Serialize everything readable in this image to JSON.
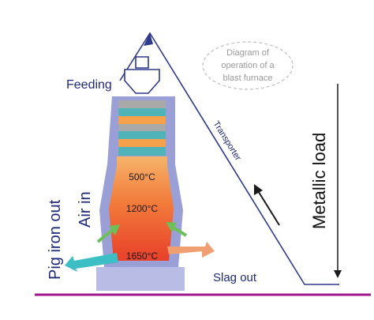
{
  "caption": [
    "Diagram of",
    "operation of a",
    "blast furnace"
  ],
  "labels": {
    "feeding": "Feeding",
    "transporter": "Transporter",
    "metallic_load": "Metallic load",
    "air_in": "Air in",
    "pig_iron_out": "Pig iron out",
    "slag_out": "Slag out"
  },
  "temperatures": [
    "500°C",
    "1200°C",
    "1650°C"
  ],
  "colors": {
    "line_blue": "#2e3a8c",
    "text_blue": "#1f2a7a",
    "furnace_shell": "#9aa0d6",
    "furnace_base": "#b9bde6",
    "ground": "#a0148c",
    "layer_teal": "#4fb3b8",
    "layer_orange": "#f5a04a",
    "layer_gray": "#a9a9a9",
    "pig_iron_arrow": "#3cbfc4",
    "slag_arrow": "#f0a070",
    "air_arrow": "#6dbf5a",
    "caption_text": "#9a9a9a",
    "caption_border": "#c8c8c8"
  }
}
